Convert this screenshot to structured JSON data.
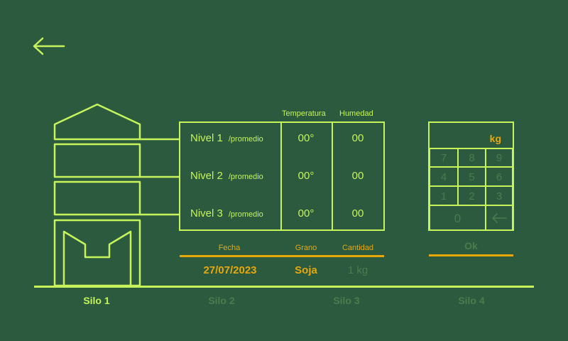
{
  "colors": {
    "background": "#2b5a3f",
    "accent": "#c6f45a",
    "highlight": "#e8a80c",
    "muted": "#4a7d4d"
  },
  "icons": {
    "back": "arrow-left-icon",
    "backspace": "backspace-arrow-icon",
    "silo": "silo-illustration"
  },
  "table": {
    "headers": {
      "temperature": "Temperatura",
      "humidity": "Humedad"
    },
    "rows": [
      {
        "label": "Nivel 1",
        "sub": "/promedio",
        "temperature": "00°",
        "humidity": "00"
      },
      {
        "label": "Nivel 2",
        "sub": "/promedio",
        "temperature": "00°",
        "humidity": "00"
      },
      {
        "label": "Nivel 3",
        "sub": "/promedio",
        "temperature": "00°",
        "humidity": "00"
      }
    ]
  },
  "info": {
    "headers": {
      "date": "Fecha",
      "grain": "Grano",
      "quantity": "Cantidad"
    },
    "date": "27/07/2023",
    "grain": "Soja",
    "quantity": "1 kg"
  },
  "keypad": {
    "unit": "kg",
    "keys": [
      "7",
      "8",
      "9",
      "4",
      "5",
      "6",
      "1",
      "2",
      "3"
    ],
    "zero": "0",
    "ok_label": "Ok"
  },
  "tabs": [
    {
      "label": "Silo 1",
      "active": true
    },
    {
      "label": "Silo 2",
      "active": false
    },
    {
      "label": "Silo 3",
      "active": false
    },
    {
      "label": "Silo 4",
      "active": false
    }
  ]
}
